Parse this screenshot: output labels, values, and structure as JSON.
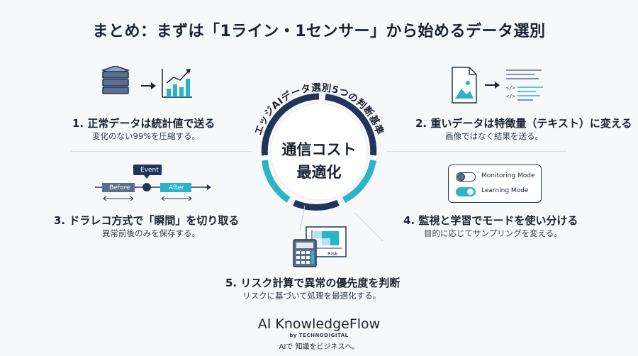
{
  "title": "まとめ：まずは「1ライン・1センサー」から始めるデータ選別",
  "center": {
    "arc_label": "エッジAIデータ選別5つの判断基準",
    "line1": "通信コスト",
    "line2": "最適化"
  },
  "items": [
    {
      "heading": "1. 正常データは統計値で送る",
      "sub": "変化のない99%を圧縮する。"
    },
    {
      "heading": "2. 重いデータは特徴量（テキスト）に変える",
      "sub": "画像ではなく結果を送る。"
    },
    {
      "heading": "3. ドラレコ方式で「瞬間」を切り取る",
      "sub": "異常前後のみを保存する。"
    },
    {
      "heading": "4. 監視と学習でモードを使い分ける",
      "sub": "目的に応じてサンプリングを変える。"
    },
    {
      "heading": "5. リスク計算で異常の優先度を判断",
      "sub": "リスクに基づいて処理を最適化する。"
    }
  ],
  "timeline": {
    "event": "Event",
    "before": "Before",
    "after": "After"
  },
  "modes": {
    "monitoring": "Monitoring Mode",
    "learning": "Learning Mode"
  },
  "risk_label": "Risk",
  "code_tags": [
    "</>",
    "</>"
  ],
  "brand": {
    "name": "AI KnowledgeFlow",
    "by": "by TECHNODIGITAL",
    "tagline": "AIで 知識をビジネスへ。"
  },
  "colors": {
    "navy": "#22345a",
    "teal": "#2bb3c9",
    "dark": "#1a2332"
  }
}
